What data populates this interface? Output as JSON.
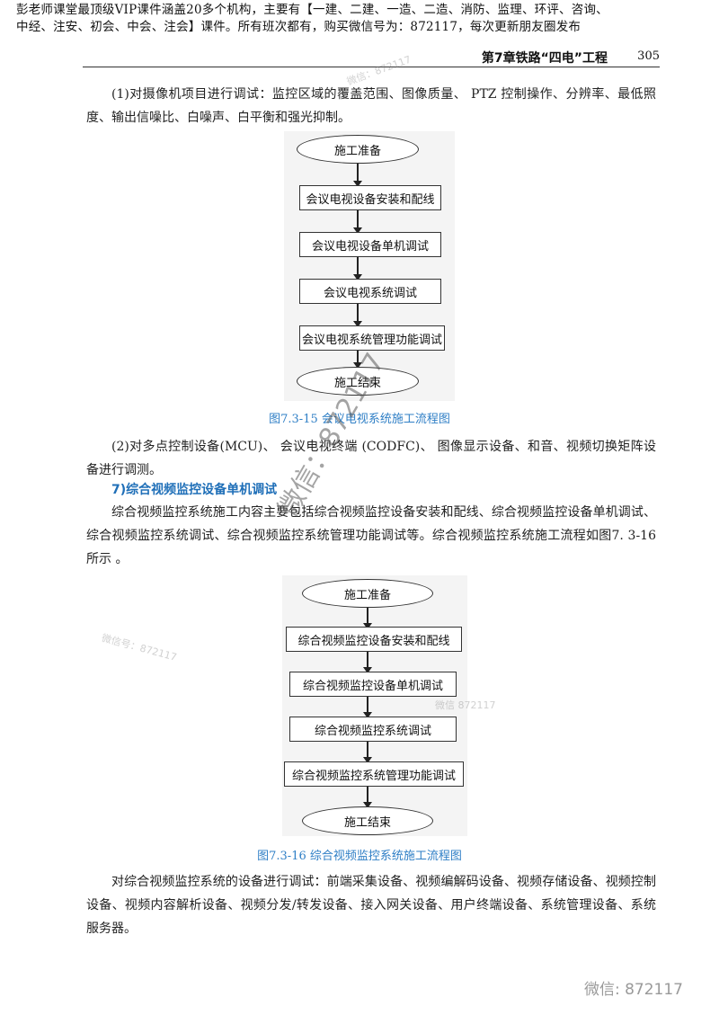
{
  "banner": {
    "line1": "彭老师课堂最顶级VIP课件涵盖20多个机构，主要有【一建、二建、一造、二造、消防、监理、环评、咨询、",
    "line2": "中经、注安、初会、中会、注会】课件。所有班次都有，购买微信号为：872117，每次更新朋友圈发布"
  },
  "running_head": {
    "chapter": "第7章铁路“四电”工程",
    "page_number": "305"
  },
  "paragraphs": {
    "p1": "(1)对摄像机项目进行调试：监控区域的覆盖范围、图像质量、 PTZ 控制操作、分辨率、最低照度、输出信噪比、白噪声、白平衡和强光抑制。",
    "p2": "(2)对多点控制设备(MCU)、 会议电视终端 (CODFC)、 图像显示设备、和音、视频切换矩阵设备进行调测。",
    "heading7": "7)综合视频监控设备单机调试",
    "p3": "综合视频监控系统施工内容主要包括综合视频监控设备安装和配线、综合视频监控设备单机调试、综合视频监控系统调试、综合视频监控系统管理功能调试等。综合视频监控系统施工流程如图7. 3-16 所示 。",
    "p4": "对综合视频监控系统的设备进行调试：前端采集设备、视频编解码设备、视频存储设备、视频控制设备、视频内容解析设备、视频分发/转发设备、接入网关设备、用户终端设备、系统管理设备、系统服务器。"
  },
  "flow1": {
    "steps": [
      "施工准备",
      "会议电视设备安装和配线",
      "会议电视设备单机调试",
      "会议电视系统调试",
      "会议电视系统管理功能调试",
      "施工结束"
    ],
    "caption": "图7.3-15  会议电视系统施工流程图"
  },
  "flow2": {
    "steps": [
      "施工准备",
      "综合视频监控设备安装和配线",
      "综合视频监控设备单机调试",
      "综合视频监控系统调试",
      "综合视频监控系统管理功能调试",
      "施工结束"
    ],
    "caption": "图7.3-16  综合视频监控系统施工流程图"
  },
  "watermarks": {
    "big": "微信：872117",
    "faint1": "微信：872117",
    "faint2": "微信号：872117",
    "faint3": "微信  872117",
    "footer": "微信: 872117"
  }
}
